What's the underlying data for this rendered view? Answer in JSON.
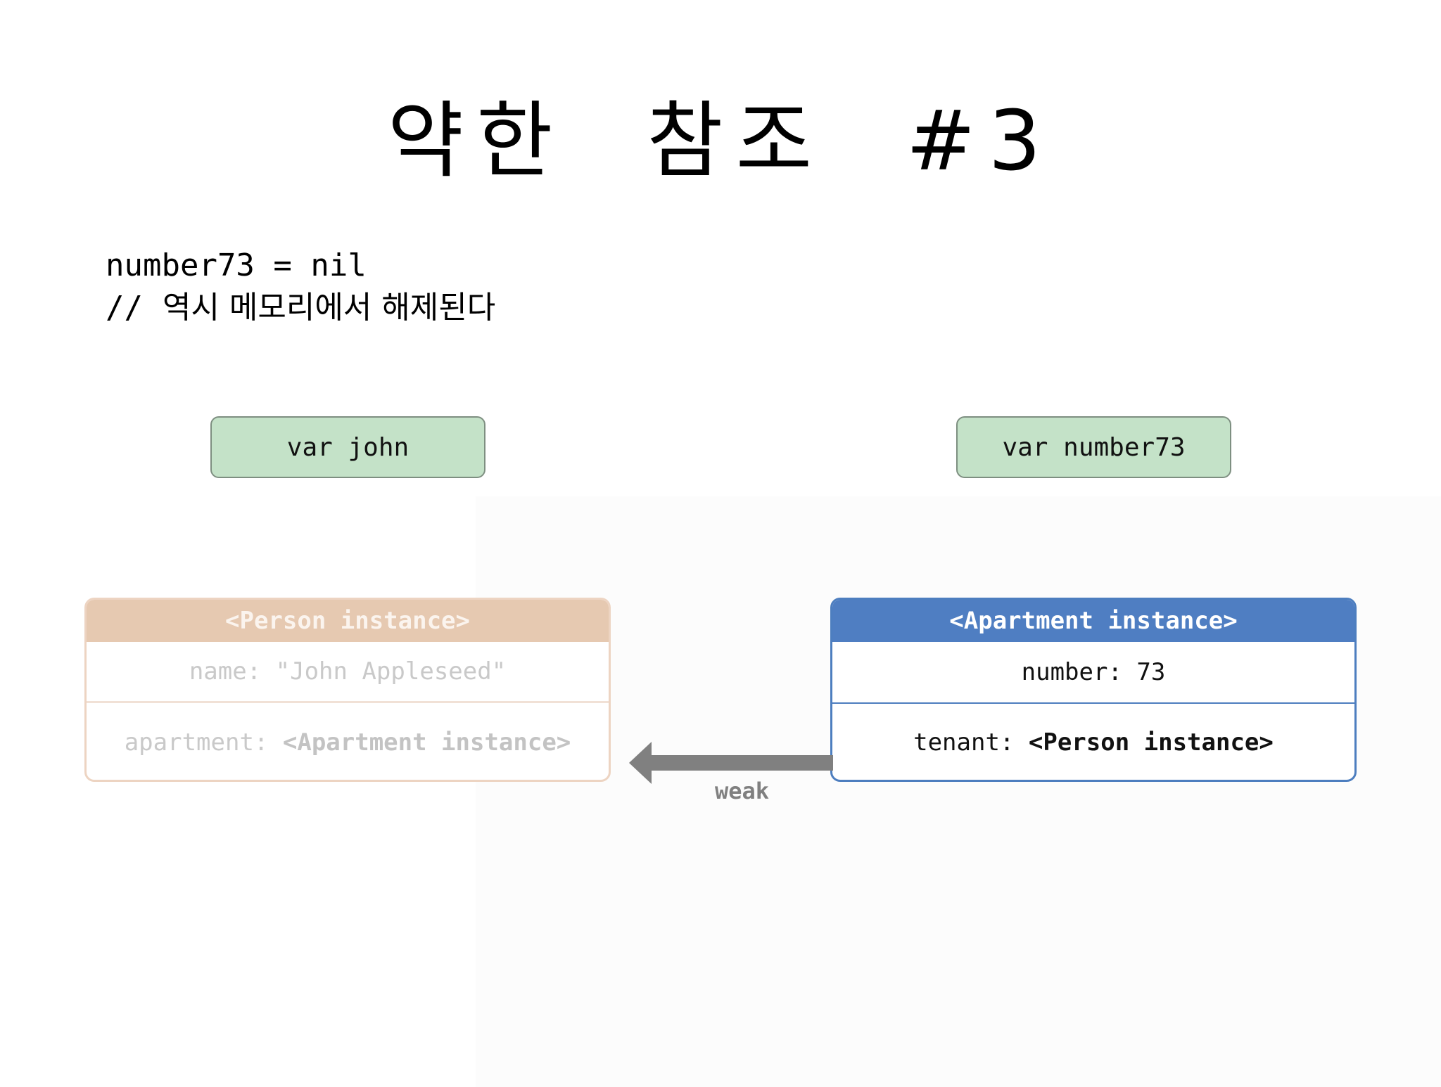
{
  "title": "약한 참조 #3",
  "code": {
    "line1": "number73 = nil",
    "line2_prefix": "//",
    "line2_comment": "역시 메모리에서 해제된다"
  },
  "variables": {
    "john": "var john",
    "number73": "var number73"
  },
  "person_instance": {
    "header": "<Person instance>",
    "name_row": "name: \"John Appleseed\"",
    "apartment_label": "apartment: ",
    "apartment_value": "<Apartment instance>"
  },
  "apartment_instance": {
    "header": "<Apartment instance>",
    "number_row": "number: 73",
    "tenant_label": "tenant: ",
    "tenant_value": "<Person instance>"
  },
  "reference": {
    "label": "weak"
  },
  "colors": {
    "var_box": "#c4e2c8",
    "person_header": "#e6c9b1",
    "apartment_header": "#4f7ec2",
    "arrow": "#808080"
  }
}
